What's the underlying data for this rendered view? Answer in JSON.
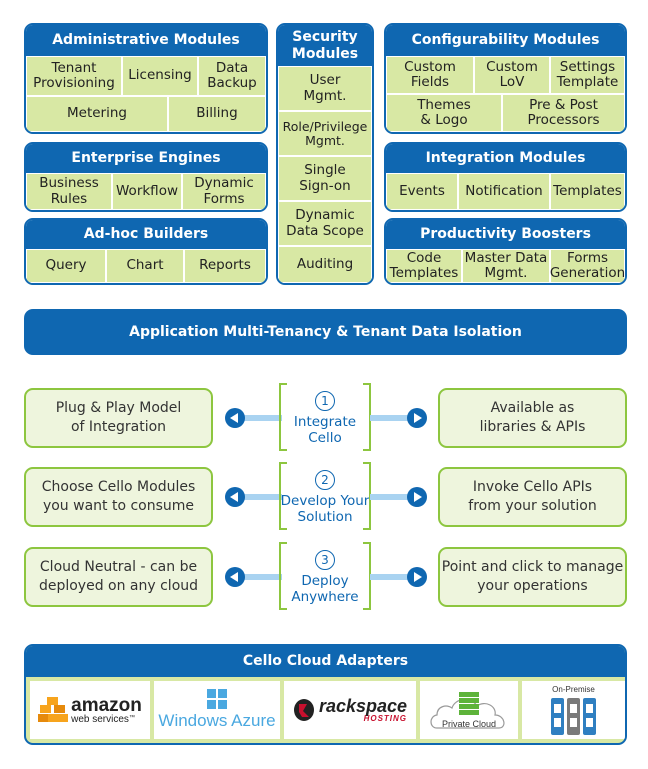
{
  "admin": {
    "title": "Administrative Modules",
    "cells": [
      "Tenant\nProvisioning",
      "Licensing",
      "Data\nBackup",
      "Metering",
      "Billing"
    ]
  },
  "security": {
    "title": "Security\nModules",
    "cells": [
      "User\nMgmt.",
      "Role/Privilege\nMgmt.",
      "Single\nSign-on",
      "Dynamic\nData Scope",
      "Auditing"
    ]
  },
  "config": {
    "title": "Configurability Modules",
    "cells": [
      "Custom\nFields",
      "Custom\nLoV",
      "Settings\nTemplate",
      "Themes\n& Logo",
      "Pre & Post\nProcessors"
    ]
  },
  "engines": {
    "title": "Enterprise Engines",
    "cells": [
      "Business\nRules",
      "Workflow",
      "Dynamic\nForms"
    ]
  },
  "integration": {
    "title": "Integration Modules",
    "cells": [
      "Events",
      "Notification",
      "Templates"
    ]
  },
  "adhoc": {
    "title": "Ad-hoc Builders",
    "cells": [
      "Query",
      "Chart",
      "Reports"
    ]
  },
  "productivity": {
    "title": "Productivity Boosters",
    "cells": [
      "Code\nTemplates",
      "Master Data\nMgmt.",
      "Forms\nGeneration"
    ]
  },
  "tenancy_bar": "Application Multi-Tenancy & Tenant Data Isolation",
  "steps": [
    {
      "num": "1",
      "label": "Integrate\nCello",
      "left": "Plug & Play Model\nof Integration",
      "right": "Available as\nlibraries & APIs"
    },
    {
      "num": "2",
      "label": "Develop Your\nSolution",
      "left": "Choose Cello Modules\nyou want to consume",
      "right": "Invoke Cello APIs\nfrom your solution"
    },
    {
      "num": "3",
      "label": "Deploy\nAnywhere",
      "left": "Cloud Neutral - can be\ndeployed on any cloud",
      "right": "Point and click to manage\nyour operations"
    }
  ],
  "adapters": {
    "title": "Cello Cloud Adapters",
    "amazon": {
      "line1": "amazon",
      "line2": "web services",
      "tm": "™"
    },
    "azure": "Windows Azure",
    "rackspace": {
      "line1": "rackspace",
      "line2": "HOSTING"
    },
    "private_cloud": "Private Cloud",
    "on_premise": "On-Premise"
  },
  "colors": {
    "blue": "#0f67b1",
    "green_cell": "#d8e8a4",
    "green_border": "#8dc63f",
    "green_box": "#eef5dd"
  }
}
